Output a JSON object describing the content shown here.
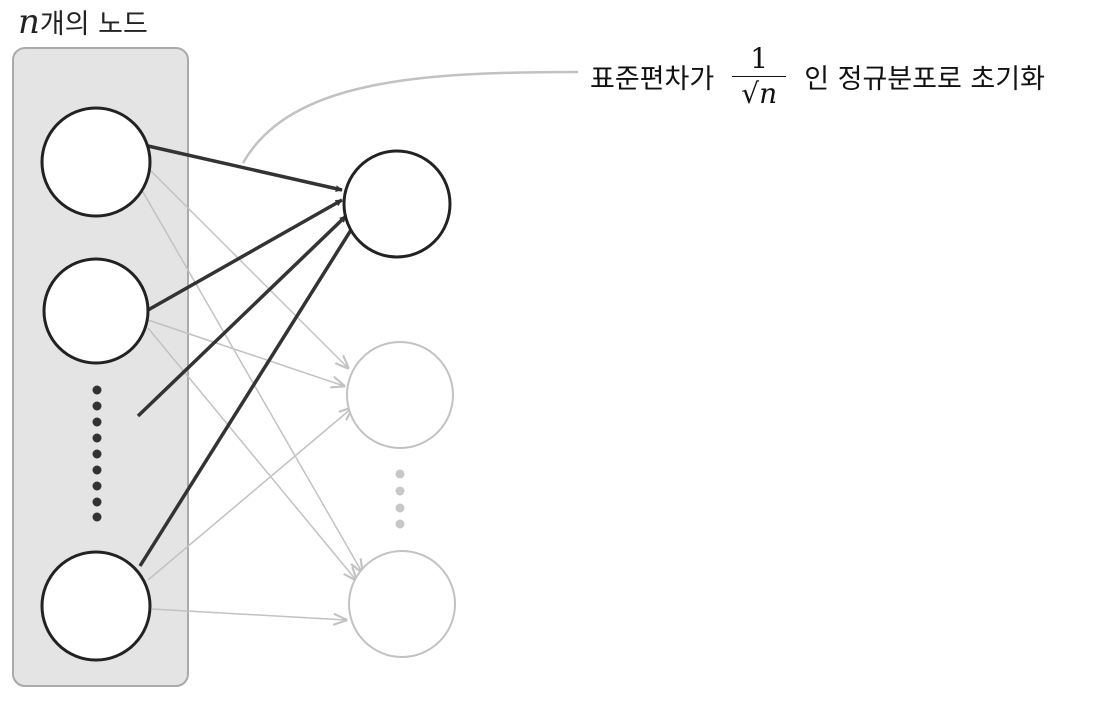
{
  "layer_label": {
    "variable": "n",
    "text": "개의 노드"
  },
  "annotation": {
    "prefix": "표준편차가",
    "fraction_numerator": "1",
    "fraction_denominator_symbol": "√",
    "fraction_denominator_var": "n",
    "suffix": "인 정규분포로 초기화"
  },
  "colors": {
    "panel_fill": "#e4e4e4",
    "panel_stroke": "#aaaaaa",
    "active": "#333333",
    "inactive": "#c2c2c2",
    "dots_active": "#333333",
    "dots_inactive": "#c8c8c8"
  }
}
